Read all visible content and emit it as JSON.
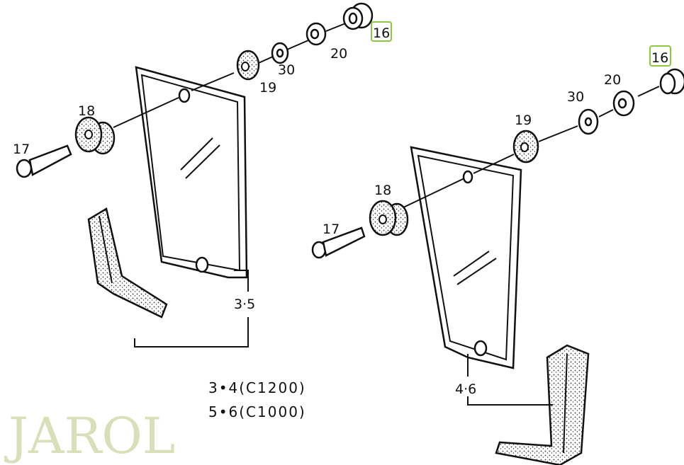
{
  "watermark": "JAROL",
  "highlight_color": "#8dc63f",
  "left_assembly": {
    "labels": {
      "p17": "17",
      "p18": "18",
      "p19": "19",
      "p30": "30",
      "p20": "20",
      "p16": "16"
    },
    "ref": "3·5"
  },
  "right_assembly": {
    "labels": {
      "p17": "17",
      "p18": "18",
      "p19": "19",
      "p30": "30",
      "p20": "20",
      "p16": "16"
    },
    "ref": "4·6"
  },
  "notes": [
    "3•4(C1200)",
    "5•6(C1000)"
  ]
}
